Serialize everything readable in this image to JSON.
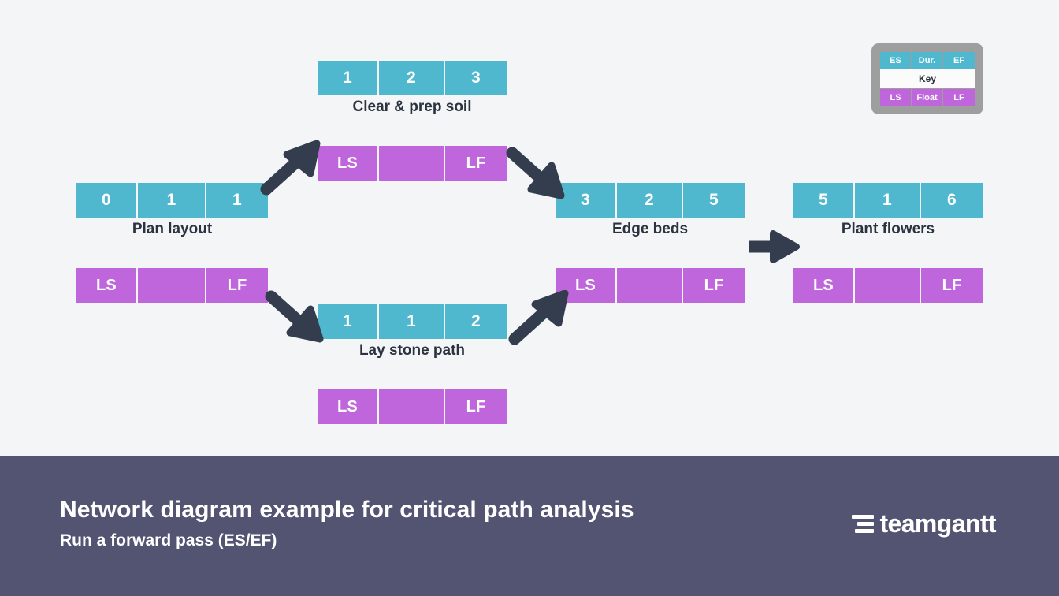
{
  "canvas": {
    "background": "#f4f5f7"
  },
  "colors": {
    "early_cells": "#4fb8ce",
    "late_cells": "#c066dd",
    "arrow": "#333d4d",
    "label_text": "#2b3340",
    "footer_bg": "#535472",
    "key_frame": "#9e9e9e"
  },
  "key": {
    "top": [
      "ES",
      "Dur.",
      "EF"
    ],
    "middle": "Key",
    "bottom": [
      "LS",
      "Float",
      "LF"
    ]
  },
  "nodes": [
    {
      "id": "plan-layout",
      "label": "Plan layout",
      "early": {
        "es": "0",
        "dur": "1",
        "ef": "1"
      },
      "late": {
        "ls": "LS",
        "float": "",
        "lf": "LF"
      }
    },
    {
      "id": "clear-prep-soil",
      "label": "Clear & prep soil",
      "early": {
        "es": "1",
        "dur": "2",
        "ef": "3"
      },
      "late": {
        "ls": "LS",
        "float": "",
        "lf": "LF"
      }
    },
    {
      "id": "lay-stone-path",
      "label": "Lay stone path",
      "early": {
        "es": "1",
        "dur": "1",
        "ef": "2"
      },
      "late": {
        "ls": "LS",
        "float": "",
        "lf": "LF"
      }
    },
    {
      "id": "edge-beds",
      "label": "Edge beds",
      "early": {
        "es": "3",
        "dur": "2",
        "ef": "5"
      },
      "late": {
        "ls": "LS",
        "float": "",
        "lf": "LF"
      }
    },
    {
      "id": "plant-flowers",
      "label": "Plant flowers",
      "early": {
        "es": "5",
        "dur": "1",
        "ef": "6"
      },
      "late": {
        "ls": "LS",
        "float": "",
        "lf": "LF"
      }
    }
  ],
  "connections": [
    {
      "from": "plan-layout",
      "to": "clear-prep-soil",
      "direction": "up-right"
    },
    {
      "from": "plan-layout",
      "to": "lay-stone-path",
      "direction": "down-right"
    },
    {
      "from": "clear-prep-soil",
      "to": "edge-beds",
      "direction": "down-right"
    },
    {
      "from": "lay-stone-path",
      "to": "edge-beds",
      "direction": "up-right"
    },
    {
      "from": "edge-beds",
      "to": "plant-flowers",
      "direction": "right"
    }
  ],
  "footer": {
    "title": "Network diagram example for critical path analysis",
    "subtitle": "Run a forward pass (ES/EF)",
    "logo_text": "teamgantt"
  }
}
